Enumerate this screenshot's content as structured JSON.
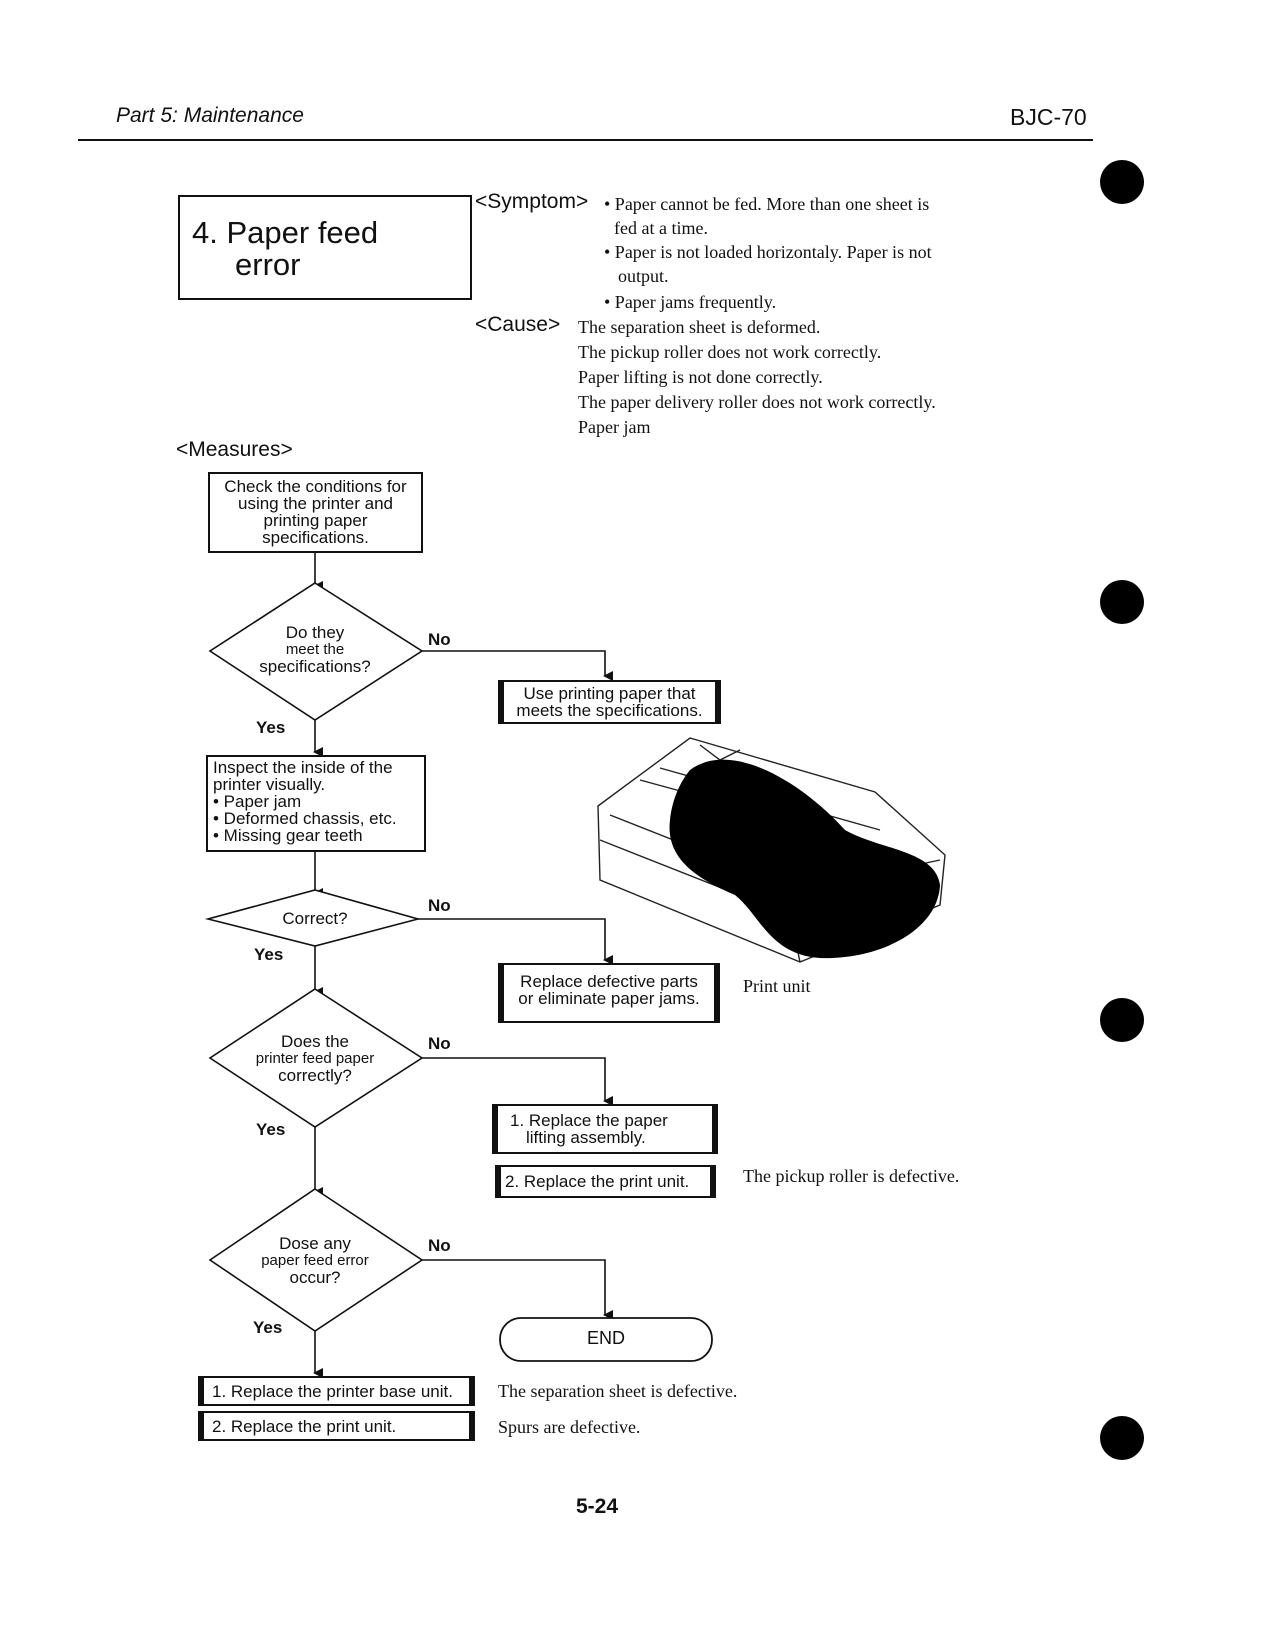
{
  "header": {
    "left": "Part 5: Maintenance",
    "right": "BJC-70"
  },
  "title": {
    "number": "4.",
    "line1": "Paper feed",
    "line2": "error"
  },
  "symptom": {
    "tag": "<Symptom>",
    "lines": [
      "• Paper cannot be fed.  More than one sheet is",
      "fed at a time.",
      "• Paper is not loaded horizontaly.  Paper is not",
      "output.",
      "• Paper jams frequently."
    ]
  },
  "cause": {
    "tag": "<Cause>",
    "lines": [
      "The separation sheet is deformed.",
      "The pickup roller does not work correctly.",
      "Paper lifting is not done correctly.",
      "The paper delivery roller does not work correctly.",
      "Paper jam"
    ]
  },
  "measures": {
    "tag": "<Measures>",
    "step1": [
      "Check the conditions for",
      "using the printer and",
      "printing paper",
      "specifications."
    ],
    "q1": {
      "l1": "Do they",
      "l2": "meet the",
      "l3": "specifications?"
    },
    "a1": [
      "Use printing paper that",
      "meets the specifications."
    ],
    "step2": [
      "Inspect the inside of the",
      "printer visually.",
      "• Paper jam",
      "• Deformed chassis, etc.",
      "• Missing gear teeth"
    ],
    "q2": "Correct?",
    "a2": [
      "Replace defective parts",
      "or eliminate paper jams."
    ],
    "q3": {
      "l1": "Does the",
      "l2": "printer feed paper",
      "l3": "correctly?"
    },
    "a3a": [
      "1. Replace the paper",
      "lifting assembly."
    ],
    "a3b": "2. Replace the print unit.",
    "q4": {
      "l1": "Dose any",
      "l2": "paper feed error",
      "l3": "occur?"
    },
    "end": "END",
    "final1": "1. Replace the printer base unit.",
    "final2": "2. Replace the print unit.",
    "yes": "Yes",
    "no": "No"
  },
  "notes": {
    "print_unit": "Print unit",
    "pickup": "The pickup roller is defective.",
    "separation": "The separation sheet is defective.",
    "spurs": "Spurs are defective."
  },
  "footer": {
    "page": "5-24"
  }
}
